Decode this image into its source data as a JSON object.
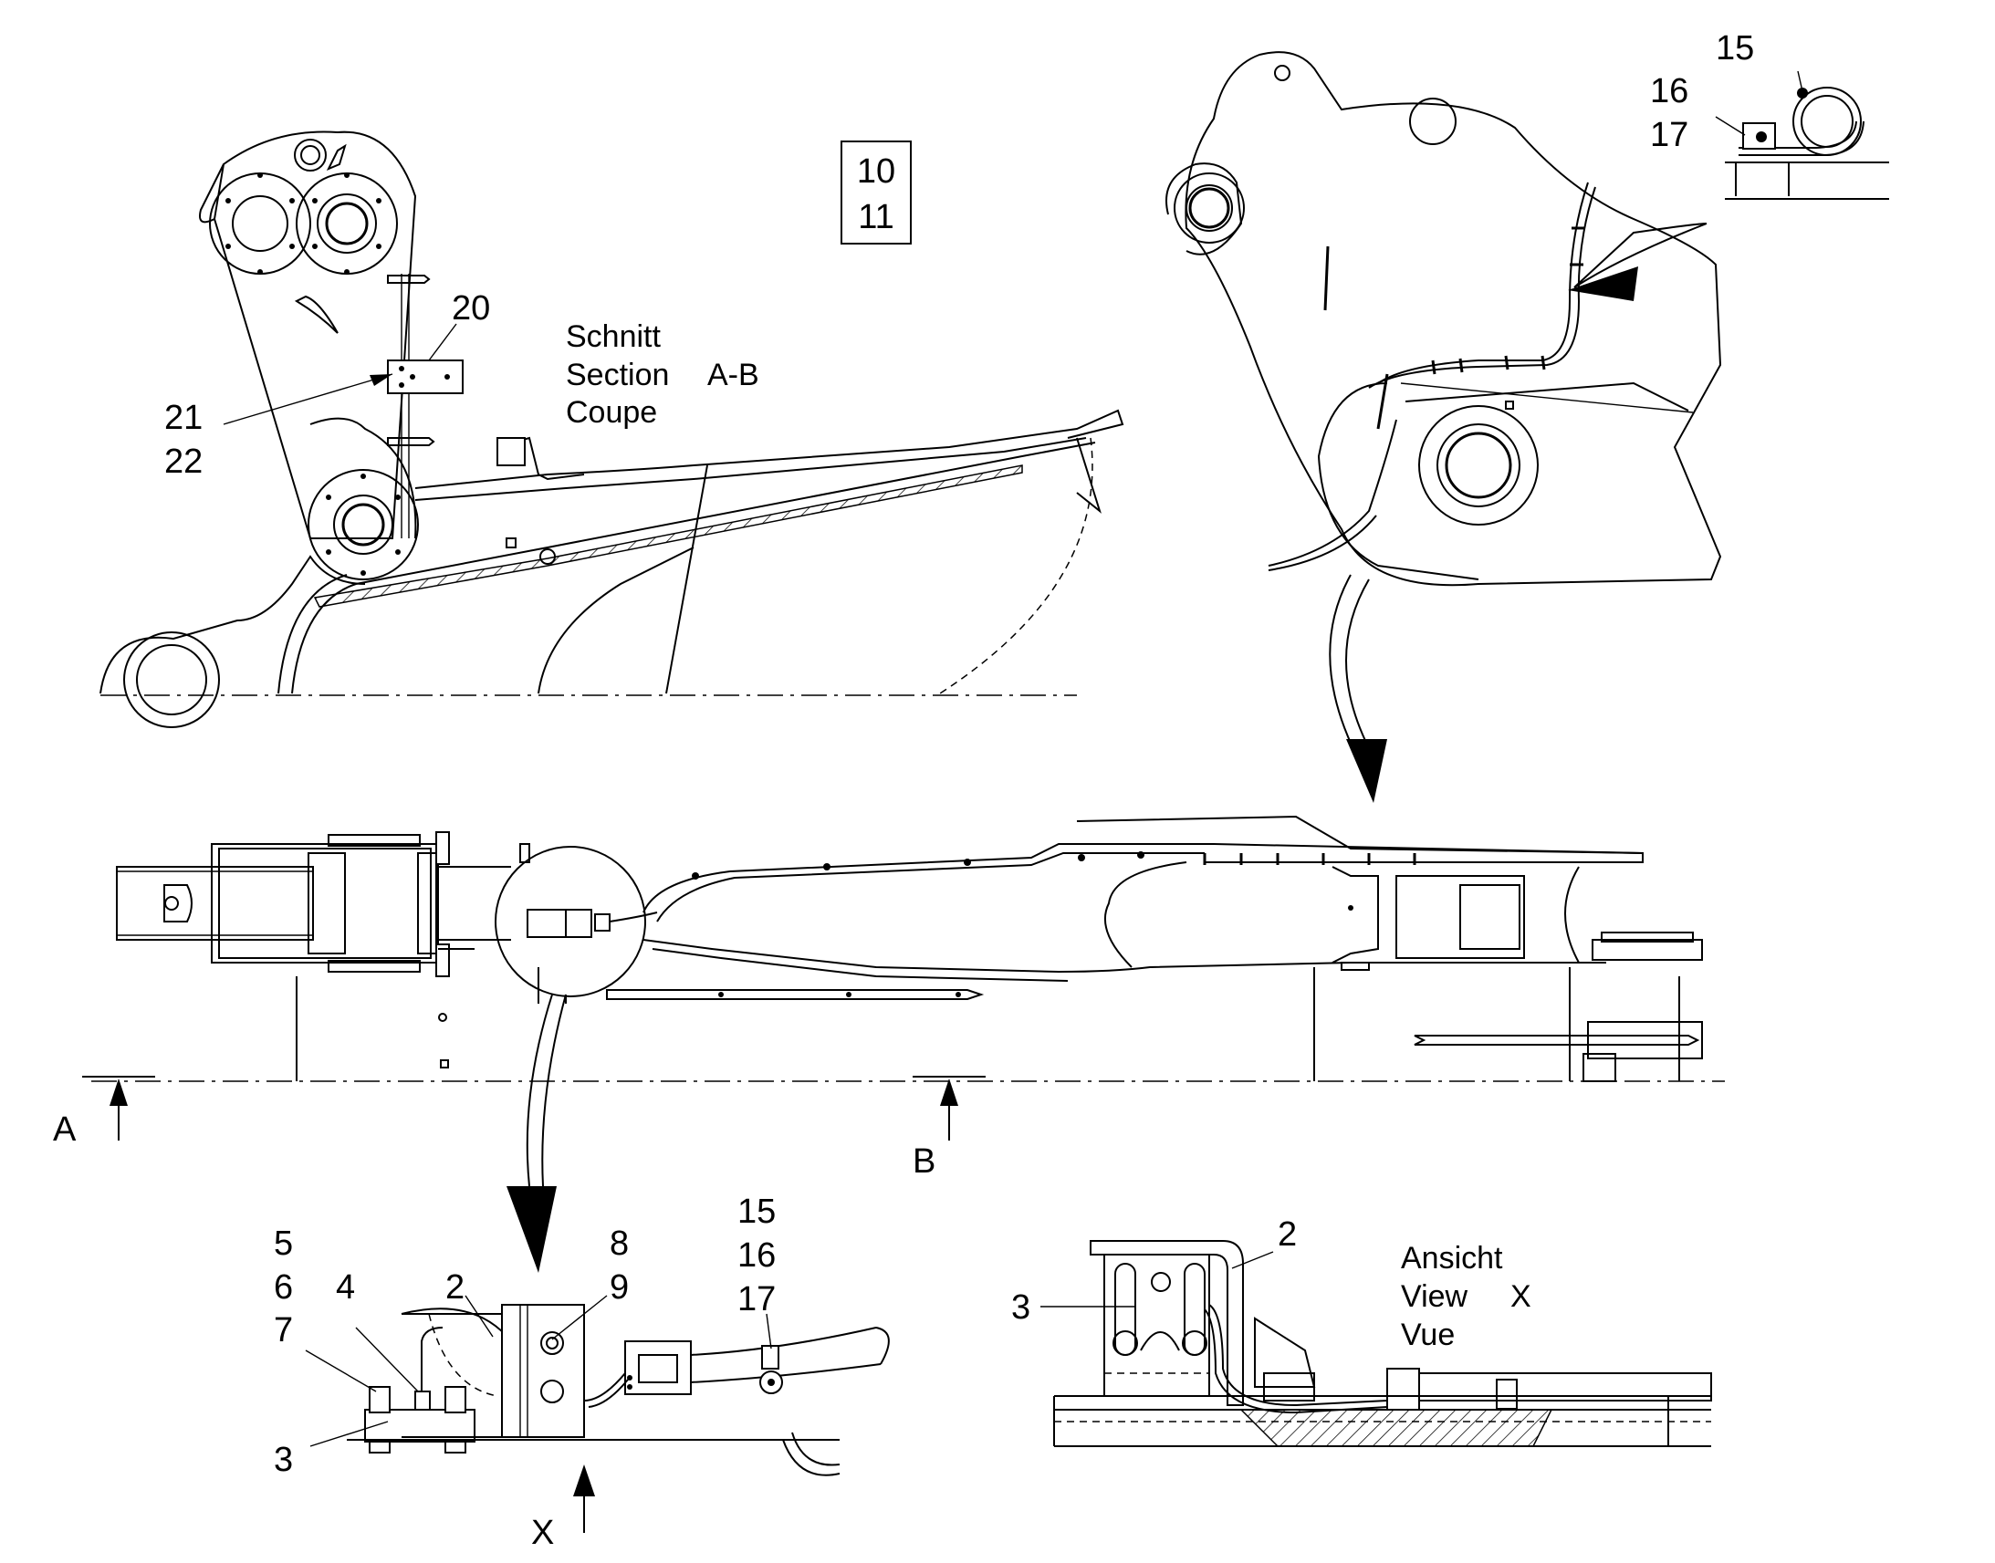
{
  "frame_label": {
    "line1": "10",
    "line2": "11"
  },
  "section_title": {
    "line1": "Schnitt",
    "line2": "Section",
    "line3": "Coupe",
    "section_id": "A-B"
  },
  "view_title": {
    "line1": "Ansicht",
    "line2": "View",
    "line3": "Vue",
    "view_id": "X"
  },
  "section_markers": {
    "a": "A",
    "b": "B",
    "x": "X"
  },
  "callouts_top_left": {
    "c20": "20",
    "c21": "21",
    "c22": "22"
  },
  "callouts_top_right": {
    "c15": "15",
    "c16": "16",
    "c17": "17"
  },
  "callouts_detail_left": {
    "c5": "5",
    "c6": "6",
    "c7": "7",
    "c4": "4",
    "c2": "2",
    "c8": "8",
    "c9": "9",
    "c15": "15",
    "c16": "16",
    "c17": "17",
    "c3": "3"
  },
  "callouts_detail_right": {
    "c2": "2",
    "c3": "3"
  }
}
